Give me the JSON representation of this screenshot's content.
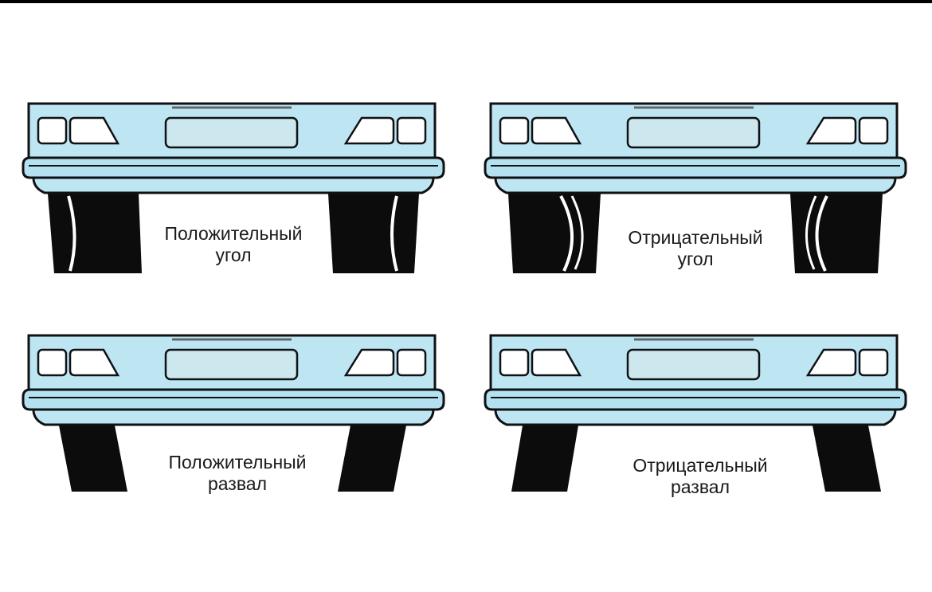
{
  "colors": {
    "body": "#bde6f2",
    "bumper": "#b4e1ef",
    "plate": "#cce8ee",
    "outline": "#0f1114",
    "tire": "#0c0c0c",
    "rim_line": "#ffffff"
  },
  "panels": [
    {
      "id": "positive-caster",
      "line1": "Положительный",
      "line2": "угол",
      "wheel_style": "curve-outward"
    },
    {
      "id": "negative-caster",
      "line1": "Отрицательный",
      "line2": "угол",
      "wheel_style": "curve-inward"
    },
    {
      "id": "positive-camber",
      "line1": "Положительный",
      "line2": "развал",
      "wheel_style": "tilt-outward"
    },
    {
      "id": "negative-camber",
      "line1": "Отрицательный",
      "line2": "развал",
      "wheel_style": "tilt-inward"
    }
  ]
}
